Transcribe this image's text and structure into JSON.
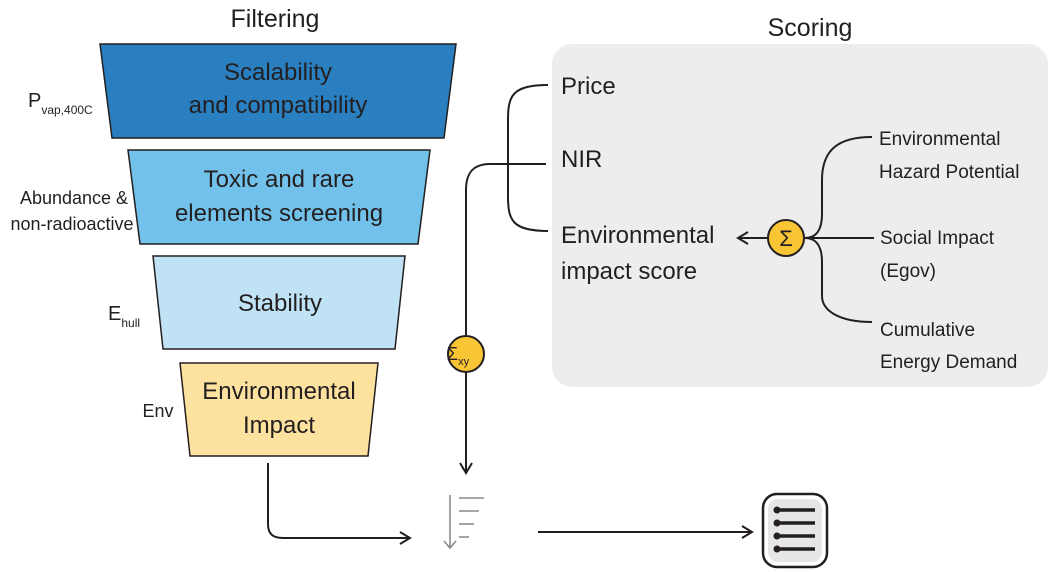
{
  "filtering": {
    "title": "Filtering",
    "stages": [
      {
        "line1": "Scalability",
        "line2": "and compatibility",
        "color": "#2a7fc0"
      },
      {
        "line1": "Toxic and rare",
        "line2": "elements screening",
        "color": "#72c1ea"
      },
      {
        "line1": "Stability",
        "line2": "",
        "color": "#bfe3f4"
      },
      {
        "line1": "Environmental",
        "line2": "Impact",
        "color": "#fde19e"
      }
    ],
    "criteria": {
      "pvap_main": "P",
      "pvap_sub": "vap,400C",
      "abundance_line1": "Abundance &",
      "abundance_line2": "non-radioactive",
      "ehull_main": "E",
      "ehull_sub": "hull",
      "env": "Env"
    }
  },
  "scoring": {
    "title": "Scoring",
    "metrics": {
      "price": "Price",
      "nir": "NIR",
      "env_line1": "Environmental",
      "env_line2": "impact score"
    },
    "sub_metrics": {
      "hazard_line1": "Environmental",
      "hazard_line2": "Hazard Potential",
      "social_line1": "Social Impact",
      "social_line2": "(Egov)",
      "energy_line1": "Cumulative",
      "energy_line2": "Energy Demand"
    },
    "sum_symbol": "Σ",
    "weighted_sum_main": "Σ",
    "weighted_sum_sub": "xy"
  },
  "colors": {
    "stroke": "#231f20",
    "sum_fill": "#f9c534",
    "panel": "#ededed"
  }
}
